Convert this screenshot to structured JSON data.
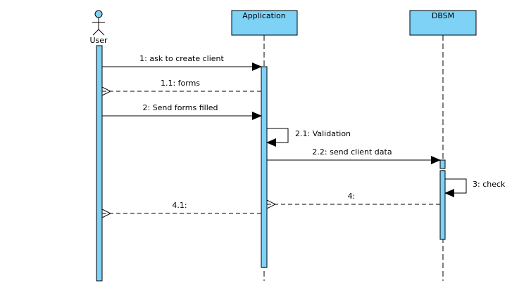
{
  "colors": {
    "fill": "#7ed2f6",
    "stroke": "#000000",
    "background": "#ffffff"
  },
  "participants": [
    {
      "id": "user",
      "label": "User",
      "kind": "actor"
    },
    {
      "id": "app",
      "label": "Application",
      "kind": "object"
    },
    {
      "id": "db",
      "label": "DBSM",
      "kind": "object"
    }
  ],
  "messages": [
    {
      "label": "1: ask to create client",
      "from": "user",
      "to": "app",
      "type": "sync"
    },
    {
      "label": "1.1: forms",
      "from": "app",
      "to": "user",
      "type": "return"
    },
    {
      "label": "2: Send forms filled",
      "from": "user",
      "to": "app",
      "type": "sync"
    },
    {
      "label": "2.1: Validation",
      "from": "app",
      "to": "app",
      "type": "self"
    },
    {
      "label": "2.2: send client data",
      "from": "app",
      "to": "db",
      "type": "sync"
    },
    {
      "label": "3: check",
      "from": "db",
      "to": "db",
      "type": "self"
    },
    {
      "label": "4:",
      "from": "db",
      "to": "app",
      "type": "return"
    },
    {
      "label": "4.1:",
      "from": "app",
      "to": "user",
      "type": "return"
    }
  ]
}
